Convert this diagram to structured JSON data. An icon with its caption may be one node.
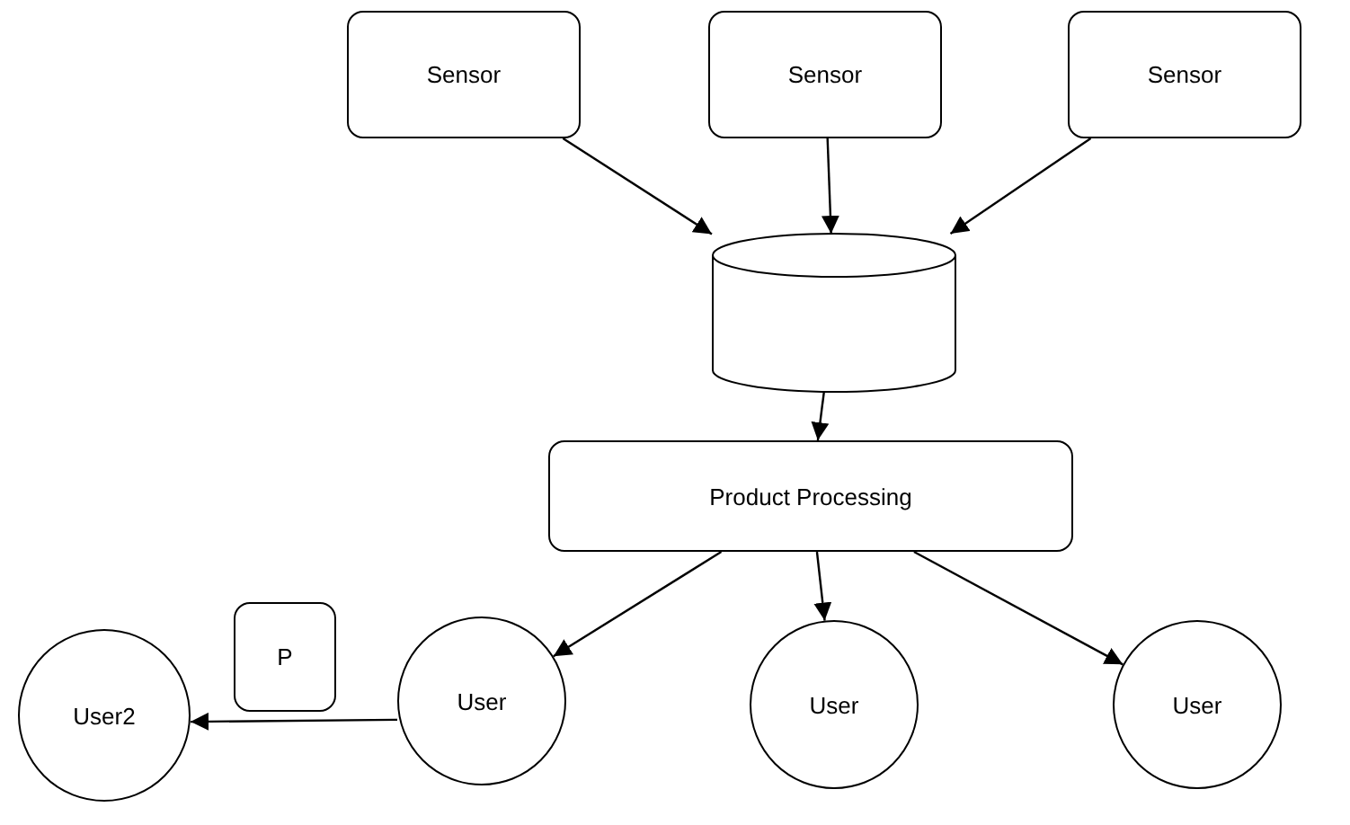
{
  "diagram": {
    "nodes": [
      {
        "text": [
          "Sensor"
        ]
      },
      {
        "text": [
          "Sensor"
        ]
      },
      {
        "text": [
          "Sensor"
        ]
      },
      {
        "text": [],
        "shape": "cylinder"
      },
      {
        "text": [
          "Product Processing"
        ]
      },
      {
        "text": [
          "User"
        ]
      },
      {
        "text": [
          "User"
        ]
      },
      {
        "text": [
          "User"
        ]
      },
      {
        "text": [
          "User2"
        ]
      },
      {
        "text": [
          "P"
        ]
      }
    ],
    "edges": [
      {
        "from": 0,
        "to": 3,
        "arrow": "to"
      },
      {
        "from": 1,
        "to": 3,
        "arrow": "to"
      },
      {
        "from": 2,
        "to": 3,
        "arrow": "to"
      },
      {
        "from": 3,
        "to": 4,
        "arrow": "to"
      },
      {
        "from": 4,
        "to": 5,
        "arrow": "to"
      },
      {
        "from": 4,
        "to": 6,
        "arrow": "to"
      },
      {
        "from": 4,
        "to": 7,
        "arrow": "to"
      },
      {
        "from": 5,
        "to": 8,
        "arrow": "to"
      }
    ]
  }
}
